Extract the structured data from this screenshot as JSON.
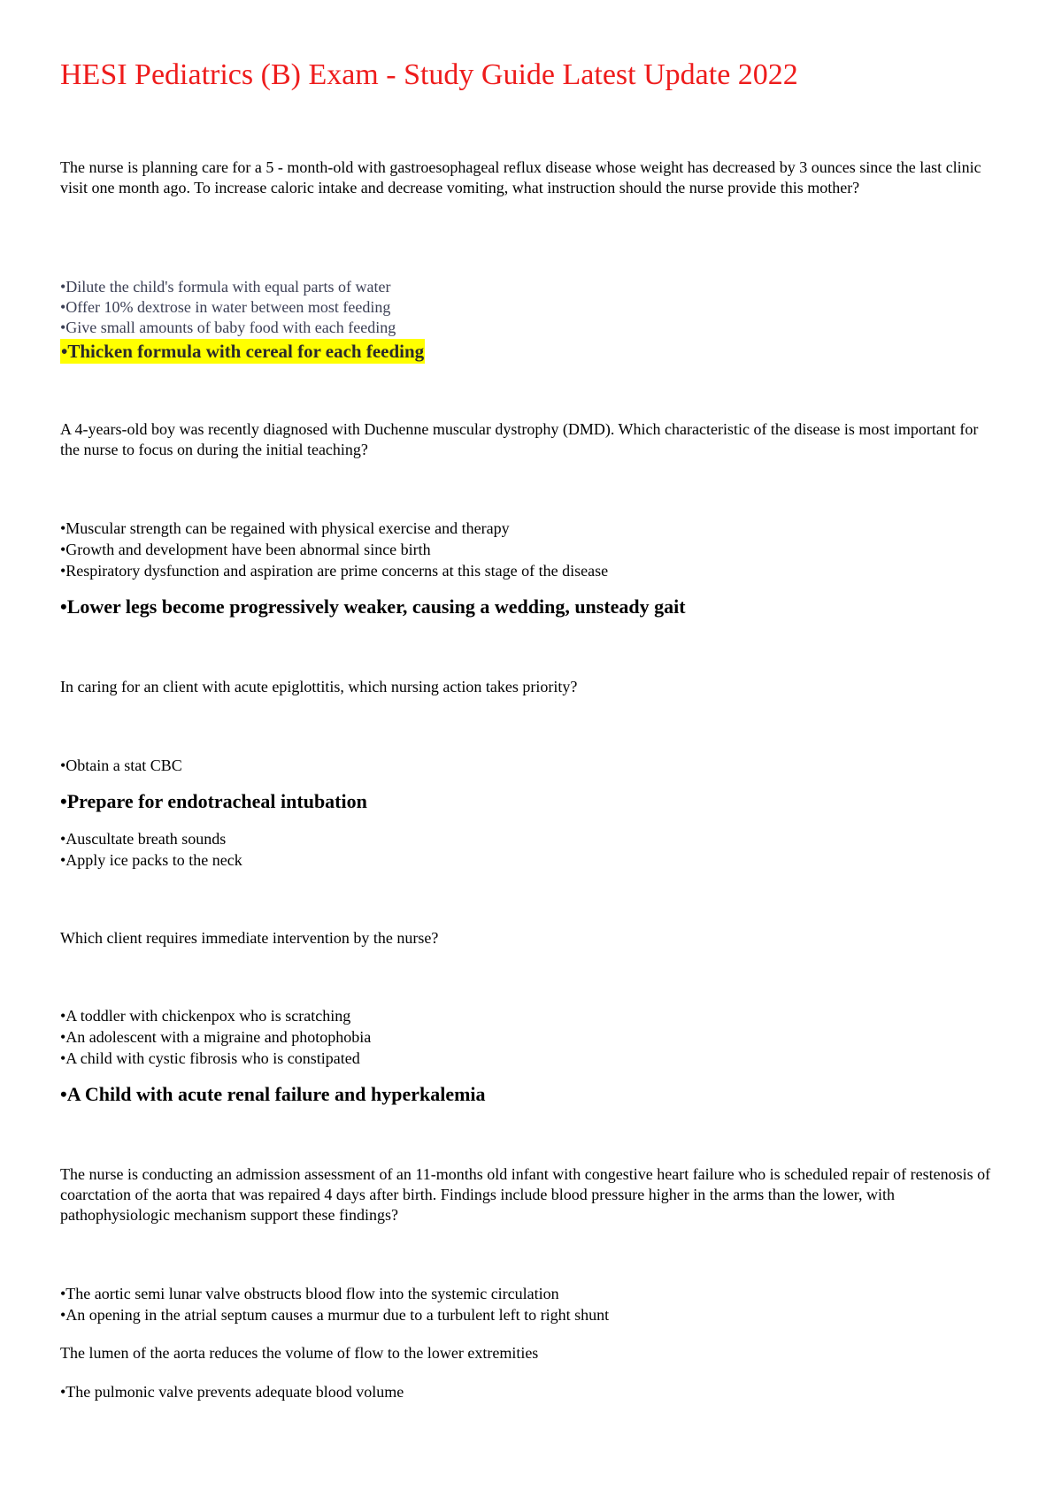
{
  "title": "HESI Pediatrics (B) Exam - Study Guide Latest Update 2022",
  "questions": [
    {
      "text": "The nurse is planning care for a 5 - month-old with gastroesophageal reflux disease whose weight has decreased by 3 ounces since the last clinic visit one month ago. To increase caloric intake and decrease vomiting, what instruction should the nurse provide this mother?",
      "options": [
        "•Dilute the child's formula with equal parts of water",
        "•Offer 10% dextrose in water between most feeding",
        "•Give small amounts of baby food with each feeding"
      ],
      "answer": "•Thicken formula with cereal for each feeding"
    },
    {
      "text": "A 4-years-old boy was recently diagnosed with Duchenne muscular dystrophy (DMD). Which characteristic of the disease is most important for the nurse to focus on during the initial teaching?",
      "options": [
        "•Muscular strength can be regained with physical exercise and therapy",
        "•Growth and development have been abnormal since birth",
        "•Respiratory dysfunction and aspiration are prime concerns at this stage of the disease"
      ],
      "answer": "•Lower legs become progressively weaker, causing a wedding, unsteady gait"
    },
    {
      "text": "In caring for an client with acute epiglottitis, which nursing action takes priority?",
      "options_before": [
        "•Obtain a stat CBC"
      ],
      "answer": "•Prepare for endotracheal intubation",
      "options_after": [
        "•Auscultate breath sounds",
        "•Apply ice packs to the neck"
      ]
    },
    {
      "text": "Which client requires immediate intervention by the nurse?",
      "options": [
        "•A toddler with chickenpox who is scratching",
        "•An adolescent with a migraine and photophobia",
        "•A child with cystic fibrosis who is constipated"
      ],
      "answer": "•A Child with acute renal failure and hyperkalemia"
    },
    {
      "text": "The nurse is conducting an admission assessment of an 11-months old infant with congestive heart failure who is scheduled repair of restenosis of coarctation of the aorta that was repaired 4 days after birth. Findings include blood pressure higher in the arms than the lower, with pathophysiologic mechanism support these findings?",
      "options": [
        "•The aortic semi lunar valve obstructs blood flow into the systemic circulation",
        "•An opening in the atrial septum causes a murmur due to a turbulent left to right shunt"
      ],
      "answer": "The lumen of the aorta reduces the volume of flow to the lower extremities",
      "options_after": [
        "•The pulmonic valve prevents adequate blood volume"
      ]
    }
  ],
  "colors": {
    "title": "#ee1c1c",
    "highlight": "#ffff00"
  }
}
